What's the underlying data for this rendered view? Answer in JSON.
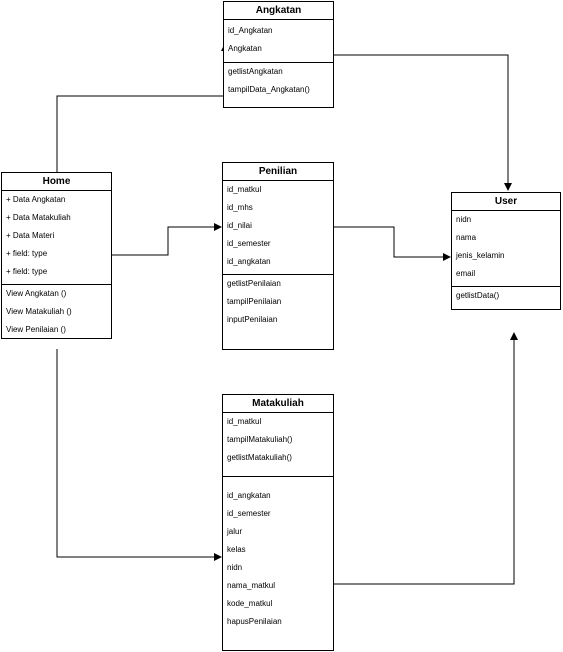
{
  "classes": {
    "angkatan": {
      "title": "Angkatan",
      "attributes": [
        "id_Angkatan",
        "Angkatan"
      ],
      "methods": [
        "getlistAngkatan",
        "tampilData_Angkatan()"
      ]
    },
    "home": {
      "title": "Home",
      "attributes": [
        "+ Data Angkatan",
        "+ Data Matakuliah",
        "+ Data Materi",
        "+ field: type",
        "+ field: type"
      ],
      "methods": [
        "View Angkatan ()",
        "View Matakuliah ()",
        "View Penilaian ()"
      ]
    },
    "penilian": {
      "title": "Penilian",
      "attributes": [
        "id_matkul",
        "id_mhs",
        "id_nilai",
        "id_semester",
        "id_angkatan"
      ],
      "methods": [
        "getlistPenilaian",
        "tampilPenilaian",
        "inputPenilaian"
      ]
    },
    "user": {
      "title": "User",
      "attributes": [
        "nidn",
        "nama",
        "jenis_kelamin",
        "email"
      ],
      "methods": [
        "getlistData()"
      ]
    },
    "matakuliah": {
      "title": "Matakuliah",
      "attributes": [
        "id_matkul",
        "tampilMatakuliah()",
        "getlistMatakuliah()"
      ],
      "methods": [
        "id_angkatan",
        "id_semester",
        "jalur",
        "kelas",
        "nidn",
        "nama_matkul",
        "kode_matkul",
        "hapusPenilaian"
      ]
    }
  },
  "connectors": [
    {
      "from": "home",
      "to": "angkatan"
    },
    {
      "from": "home",
      "to": "penilian"
    },
    {
      "from": "home",
      "to": "matakuliah"
    },
    {
      "from": "angkatan",
      "to": "user"
    },
    {
      "from": "penilian",
      "to": "user"
    },
    {
      "from": "matakuliah",
      "to": "user"
    }
  ]
}
